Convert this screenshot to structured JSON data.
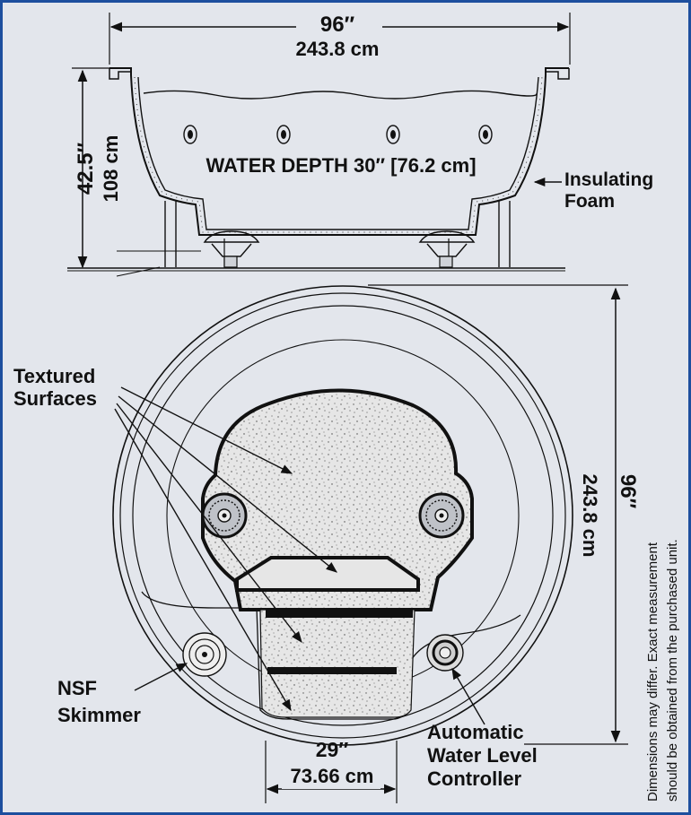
{
  "colors": {
    "border": "#1d4f9e",
    "background": "#e3e6ec",
    "stroke": "#111111",
    "speckle_fill": "#e6e6e6"
  },
  "side_view": {
    "width_in": "96″",
    "width_cm": "243.8 cm",
    "height_in": "42.5″",
    "height_cm": "108 cm",
    "water_depth": "WATER DEPTH 30″ [76.2 cm]",
    "insulating_foam_line1": "Insulating",
    "insulating_foam_line2": "Foam"
  },
  "top_view": {
    "diameter_in": "96″",
    "diameter_cm": "243.8 cm",
    "step_width_in": "29″",
    "step_width_cm": "73.66 cm",
    "textured_line1": "Textured",
    "textured_line2": "Surfaces",
    "skimmer_line1": "NSF",
    "skimmer_line2": "Skimmer",
    "controller_line1": "Automatic",
    "controller_line2": "Water Level",
    "controller_line3": "Controller"
  },
  "disclaimer_line1": "Dimensions may differ. Exact measurement",
  "disclaimer_line2": "should be obtained from the purchased unit.",
  "icons": [
    "jet-icon",
    "skimmer-icon",
    "controller-icon"
  ]
}
